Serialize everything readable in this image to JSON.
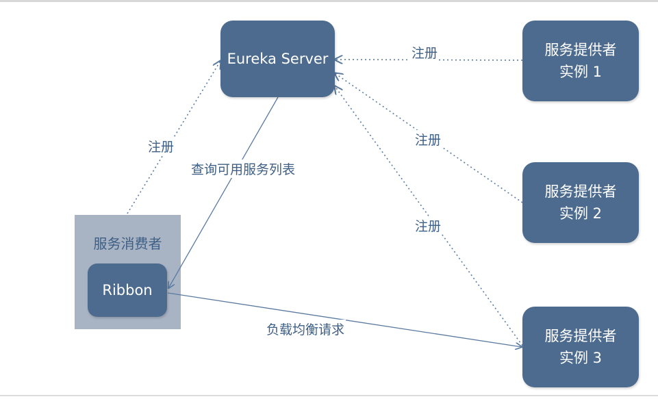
{
  "diagram": {
    "nodes": {
      "eureka": {
        "label": "Eureka Server"
      },
      "provider1": {
        "line1": "服务提供者",
        "line2": "实例 1"
      },
      "provider2": {
        "line1": "服务提供者",
        "line2": "实例 2"
      },
      "provider3": {
        "line1": "服务提供者",
        "line2": "实例 3"
      },
      "consumer": {
        "title": "服务消费者"
      },
      "ribbon": {
        "label": "Ribbon"
      }
    },
    "edges": {
      "register_p1": "注册",
      "register_p2": "注册",
      "register_p3": "注册",
      "register_consumer": "注册",
      "query": "查询可用服务列表",
      "load_balance": "负载均衡请求"
    },
    "colors": {
      "node_fill": "#4d6b8e",
      "consumer_fill": "#a8b3c4",
      "line": "#5a7aa0",
      "label_text": "#3e5f85"
    }
  }
}
